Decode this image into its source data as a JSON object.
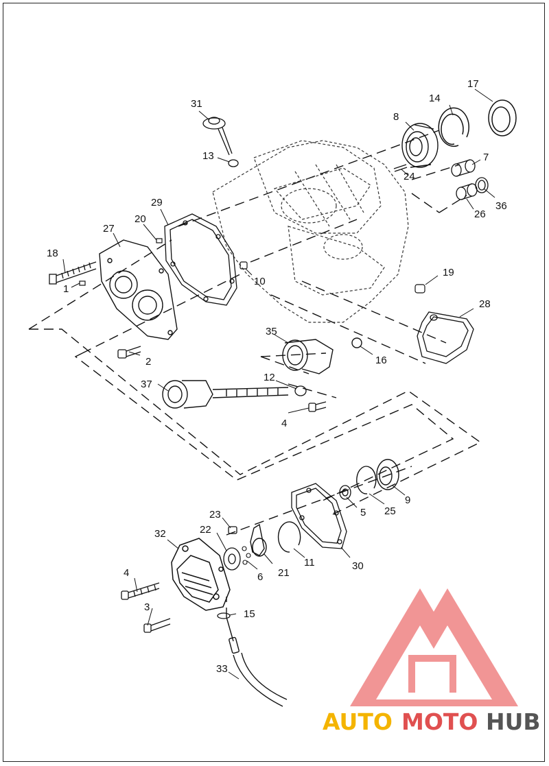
{
  "callouts": {
    "c1": "1",
    "c2": "2",
    "c3": "3",
    "c4a": "4",
    "c4b": "4",
    "c5": "5",
    "c6": "6",
    "c7": "7",
    "c8": "8",
    "c9": "9",
    "c10": "10",
    "c11": "11",
    "c12": "12",
    "c13": "13",
    "c14": "14",
    "c15": "15",
    "c16": "16",
    "c17": "17",
    "c18": "18",
    "c19": "19",
    "c20": "20",
    "c21": "21",
    "c22": "22",
    "c23": "23",
    "c24": "24",
    "c25": "25",
    "c26": "26",
    "c27": "27",
    "c28": "28",
    "c29": "29",
    "c30": "30",
    "c31": "31",
    "c32": "32",
    "c33": "33",
    "c35": "35",
    "c36": "36",
    "c37": "37"
  },
  "watermark": {
    "text_auto": "AUTO",
    "text_moto": "MOTO",
    "text_hub": "HUB",
    "color_auto": "#f4b400",
    "color_moto": "#e05050",
    "color_hub": "#555555",
    "logo_color": "#f08a8a"
  },
  "line_color": "#111111"
}
